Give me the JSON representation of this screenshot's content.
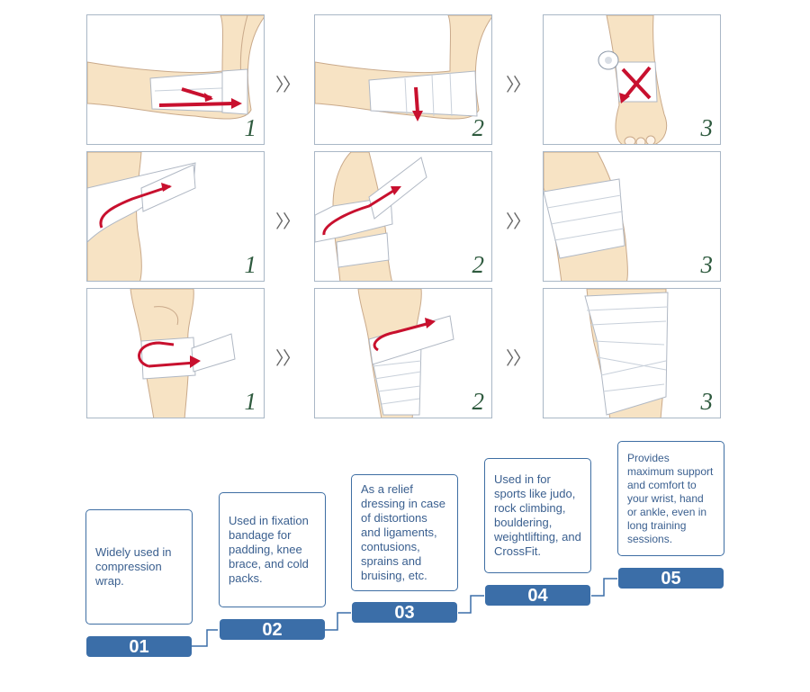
{
  "chevron": "〉〉",
  "rows": [
    {
      "name": "ankle",
      "steps": [
        "1",
        "2",
        "3"
      ]
    },
    {
      "name": "leg",
      "steps": [
        "1",
        "2",
        "3"
      ]
    },
    {
      "name": "knee",
      "steps": [
        "1",
        "2",
        "3"
      ]
    }
  ],
  "uses": [
    {
      "number": "01",
      "text": "Widely used in compression wrap."
    },
    {
      "number": "02",
      "text": "Used in fixation bandage for padding, knee brace, and cold packs."
    },
    {
      "number": "03",
      "text": "As a relief dressing in case of distortions and ligaments, contusions, sprains and bruising, etc."
    },
    {
      "number": "04",
      "text": "Used in for sports like judo, rock climbing, bouldering, weightlifting, and CrossFit."
    },
    {
      "number": "05",
      "text": "Provides maximum support and comfort to your wrist, hand or ankle, even in long training sessions."
    }
  ],
  "colors": {
    "skin": "#f7e3c4",
    "bandage": "#ffffff",
    "arrow": "#c8102e",
    "accent_blue": "#3b6ea8",
    "step_number": "#2e5a3e"
  }
}
